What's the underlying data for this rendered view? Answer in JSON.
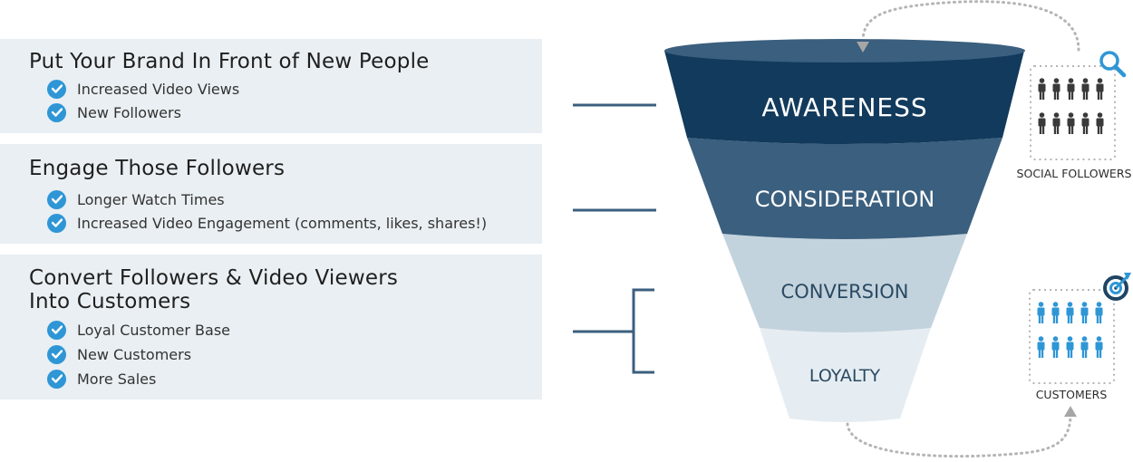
{
  "sections": [
    {
      "title": "Put Your Brand In Front of New People",
      "items": [
        "Increased Video Views",
        "New Followers"
      ]
    },
    {
      "title": "Engage Those Followers",
      "items": [
        "Longer Watch Times",
        "Increased Video Engagement (comments, likes, shares!)"
      ]
    },
    {
      "title": "Convert Followers & Video Viewers\nInto Customers",
      "items": [
        "Loyal Customer Base",
        "New Customers",
        "More Sales"
      ]
    }
  ],
  "funnel": {
    "stages": [
      {
        "label": "AWARENESS",
        "color": "#123a5c",
        "text_color": "#ffffff"
      },
      {
        "label": "CONSIDERATION",
        "color": "#3b5f7e",
        "text_color": "#ffffff"
      },
      {
        "label": "CONVERSION",
        "color": "#c3d3dd",
        "text_color": "#2a4a63"
      },
      {
        "label": "LOYALTY",
        "color": "#e6edf2",
        "text_color": "#2a4a63"
      }
    ],
    "rim_color": "#3b5f7e"
  },
  "side_icons": {
    "followers": {
      "label": "SOCIAL FOLLOWERS",
      "icon": "magnifier-icon",
      "people_color": "#3a3a3a"
    },
    "customers": {
      "label": "CUSTOMERS",
      "icon": "target-icon",
      "people_color": "#2f96d6"
    }
  },
  "colors": {
    "panel_bg": "#e9eff3",
    "check": "#2f96d6",
    "connector": "#3b5f7e",
    "dotted_arrow": "#b5b5b5"
  }
}
